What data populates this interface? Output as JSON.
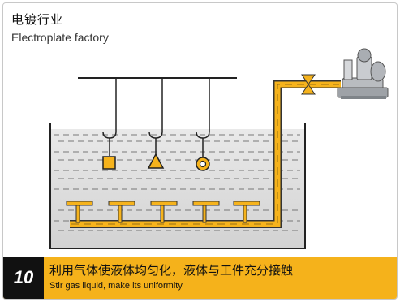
{
  "header": {
    "title_cn": "电镀行业",
    "title_en": "Electroplate factory"
  },
  "footer": {
    "number": "10",
    "description_cn": "利用气体使液体均匀化，液体与工件充分接触",
    "description_en": "Stir gas liquid, make its uniformity"
  },
  "colors": {
    "pipe": "#f6b31c",
    "pipe_outline": "#333333",
    "footer_bg": "#f5b21b",
    "number_bg": "#111111"
  },
  "icons": [
    "square-workpiece-icon",
    "triangle-workpiece-icon",
    "ring-workpiece-icon",
    "valve-icon",
    "blower-icon"
  ]
}
